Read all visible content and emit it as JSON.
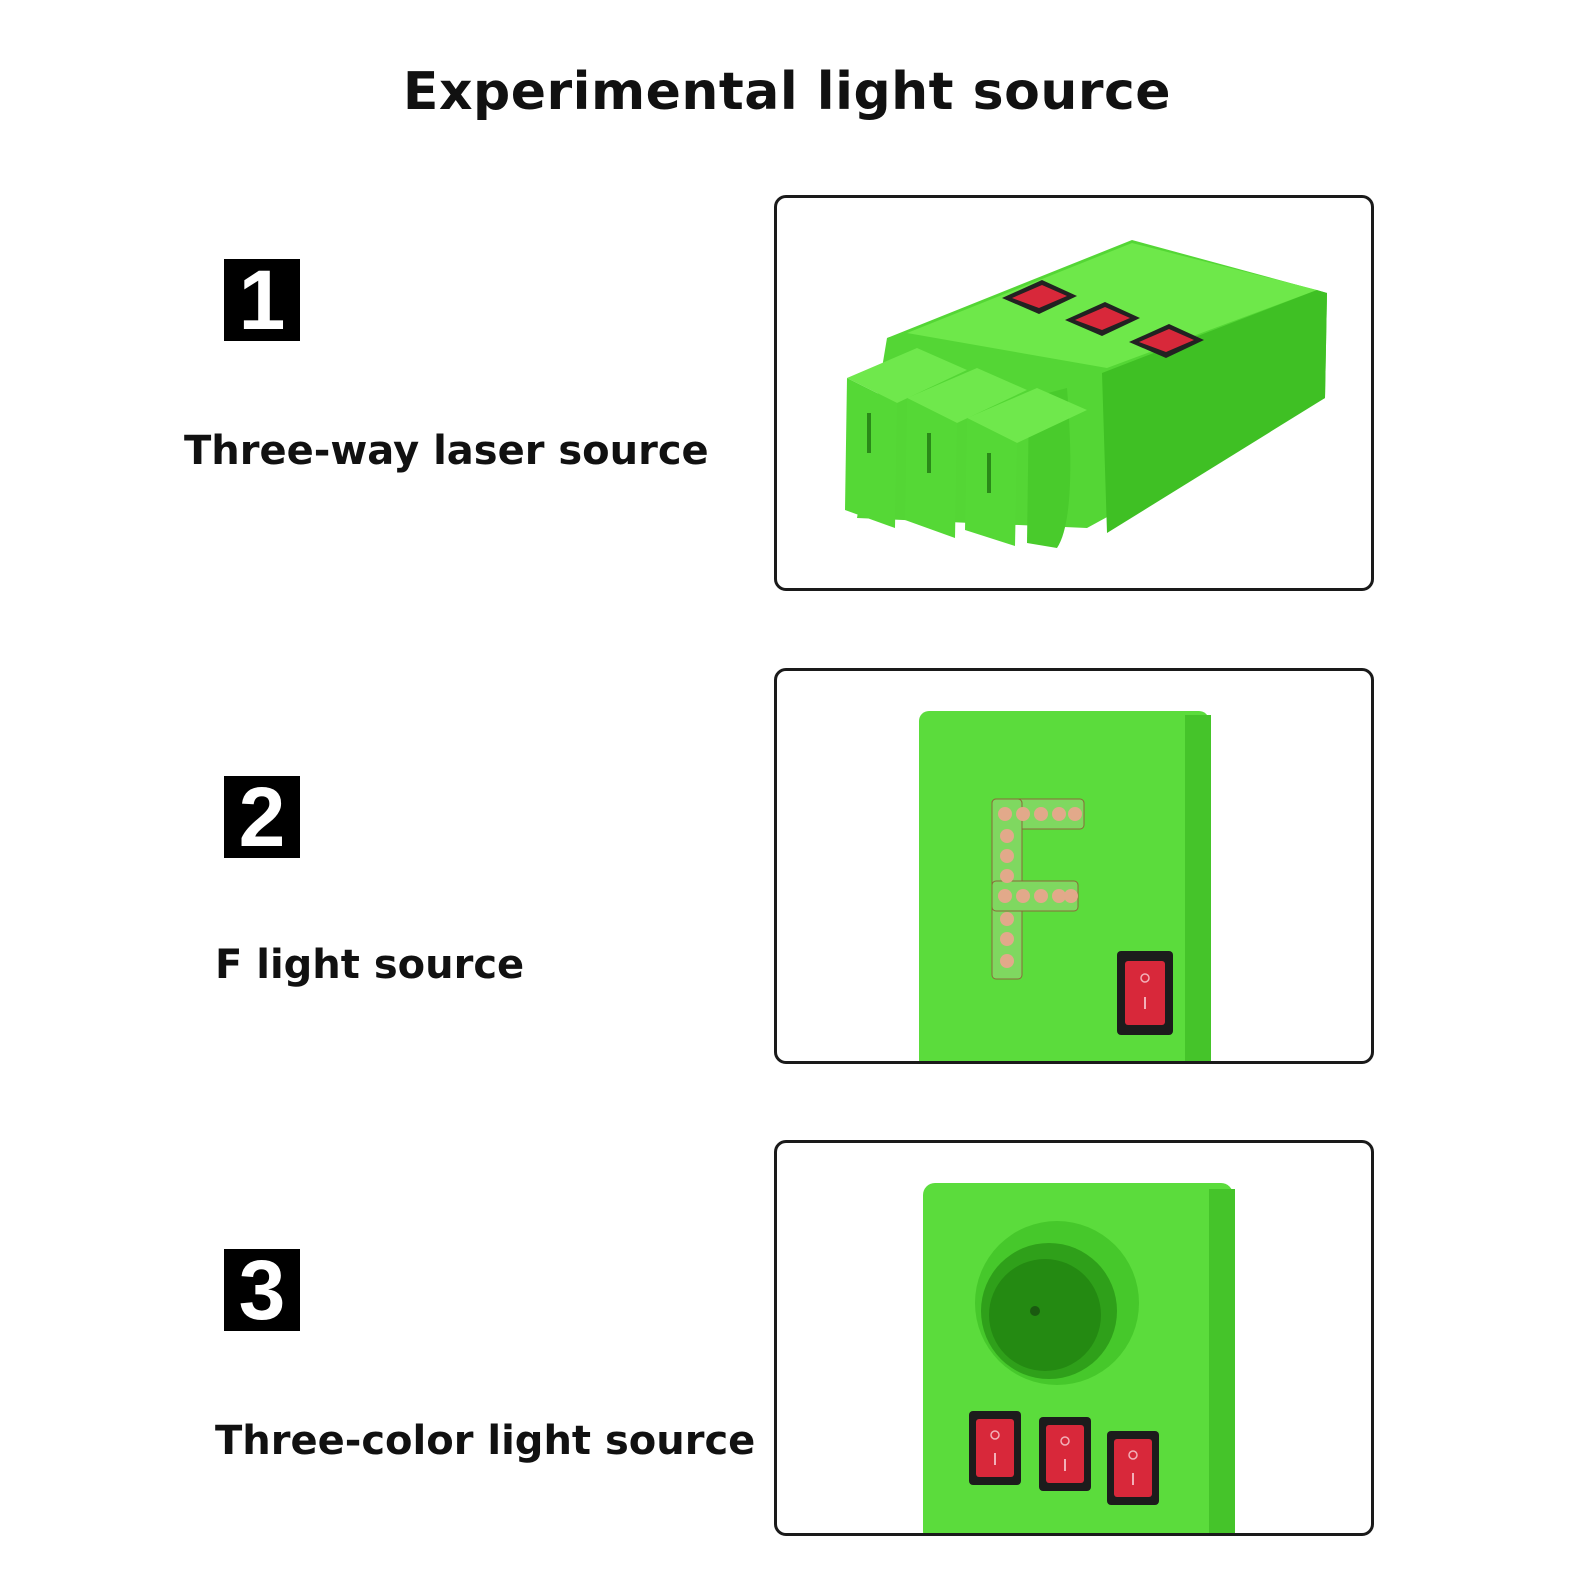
{
  "title": "Experimental light source",
  "items": [
    {
      "number": "1",
      "label": "Three-way laser source"
    },
    {
      "number": "2",
      "label": "F light source"
    },
    {
      "number": "3",
      "label": "Three-color light source"
    }
  ],
  "colors": {
    "product_green": "#5bdc3c",
    "switch_red": "#d8283a",
    "number_box": "#000000"
  }
}
